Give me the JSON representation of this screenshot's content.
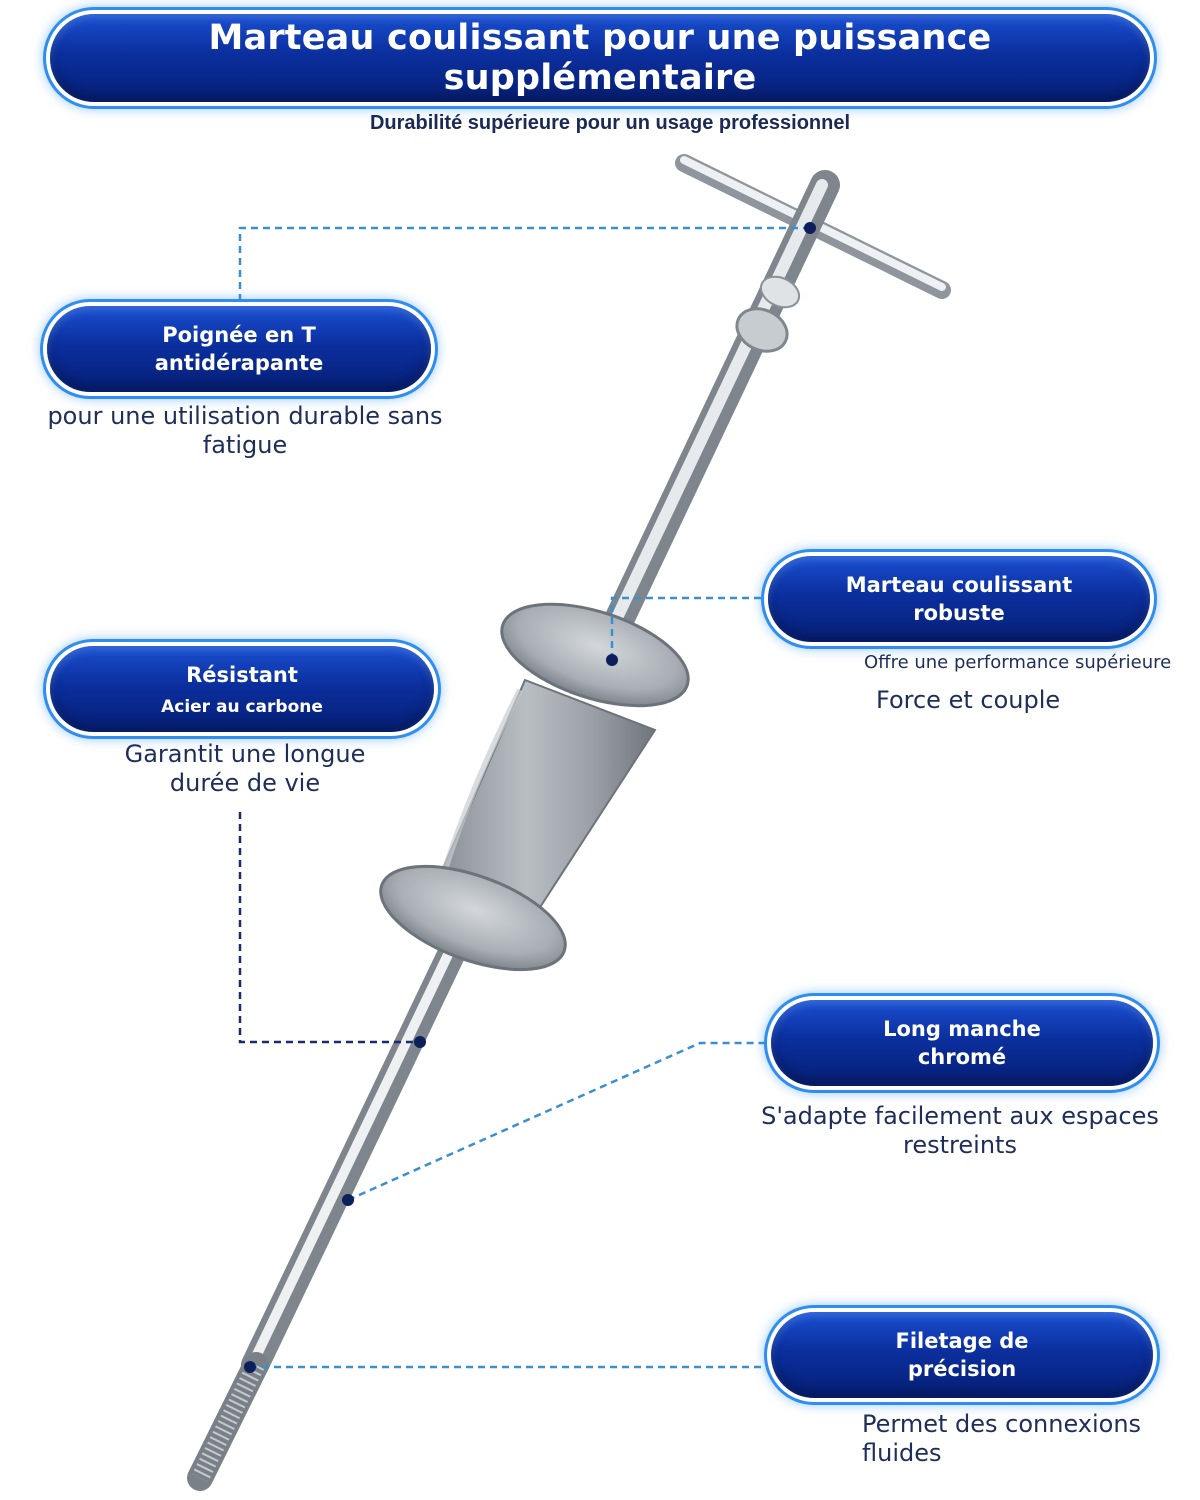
{
  "header": {
    "title": "Marteau coulissant pour une puissance supplémentaire",
    "subtitle": "Durabilité supérieure pour un usage professionnel"
  },
  "callouts": {
    "t_handle": {
      "title_line1": "Poignée en T",
      "title_line2": "antidérapante",
      "desc_line1": "pour une utilisation durable sans",
      "desc_line2": "fatigue"
    },
    "slide_hammer": {
      "title_line1": "Marteau coulissant",
      "title_line2": "robuste",
      "desc_small": "Offre une performance supérieure",
      "desc": "Force et couple"
    },
    "resistant": {
      "title": "Résistant",
      "subtitle": "Acier au carbone",
      "desc_line1": "Garantit une longue",
      "desc_line2": "durée de vie"
    },
    "long_handle": {
      "title_line1": "Long manche",
      "title_line2": "chromé",
      "desc_line1": "S'adapte facilement aux espaces",
      "desc_line2": "restreints"
    },
    "threading": {
      "title_line1": "Filetage de",
      "title_line2": "précision",
      "desc_line1": "Permet des connexions",
      "desc_line2": "fluides"
    }
  },
  "colors": {
    "pill_blue": "#0b2f9e",
    "pill_glow": "#2f8cf0",
    "text_navy": "#1e2e58",
    "leader_light": "#3a8fd0",
    "leader_dark": "#1a2a6a",
    "marker_dot": "#0d1f5a"
  }
}
